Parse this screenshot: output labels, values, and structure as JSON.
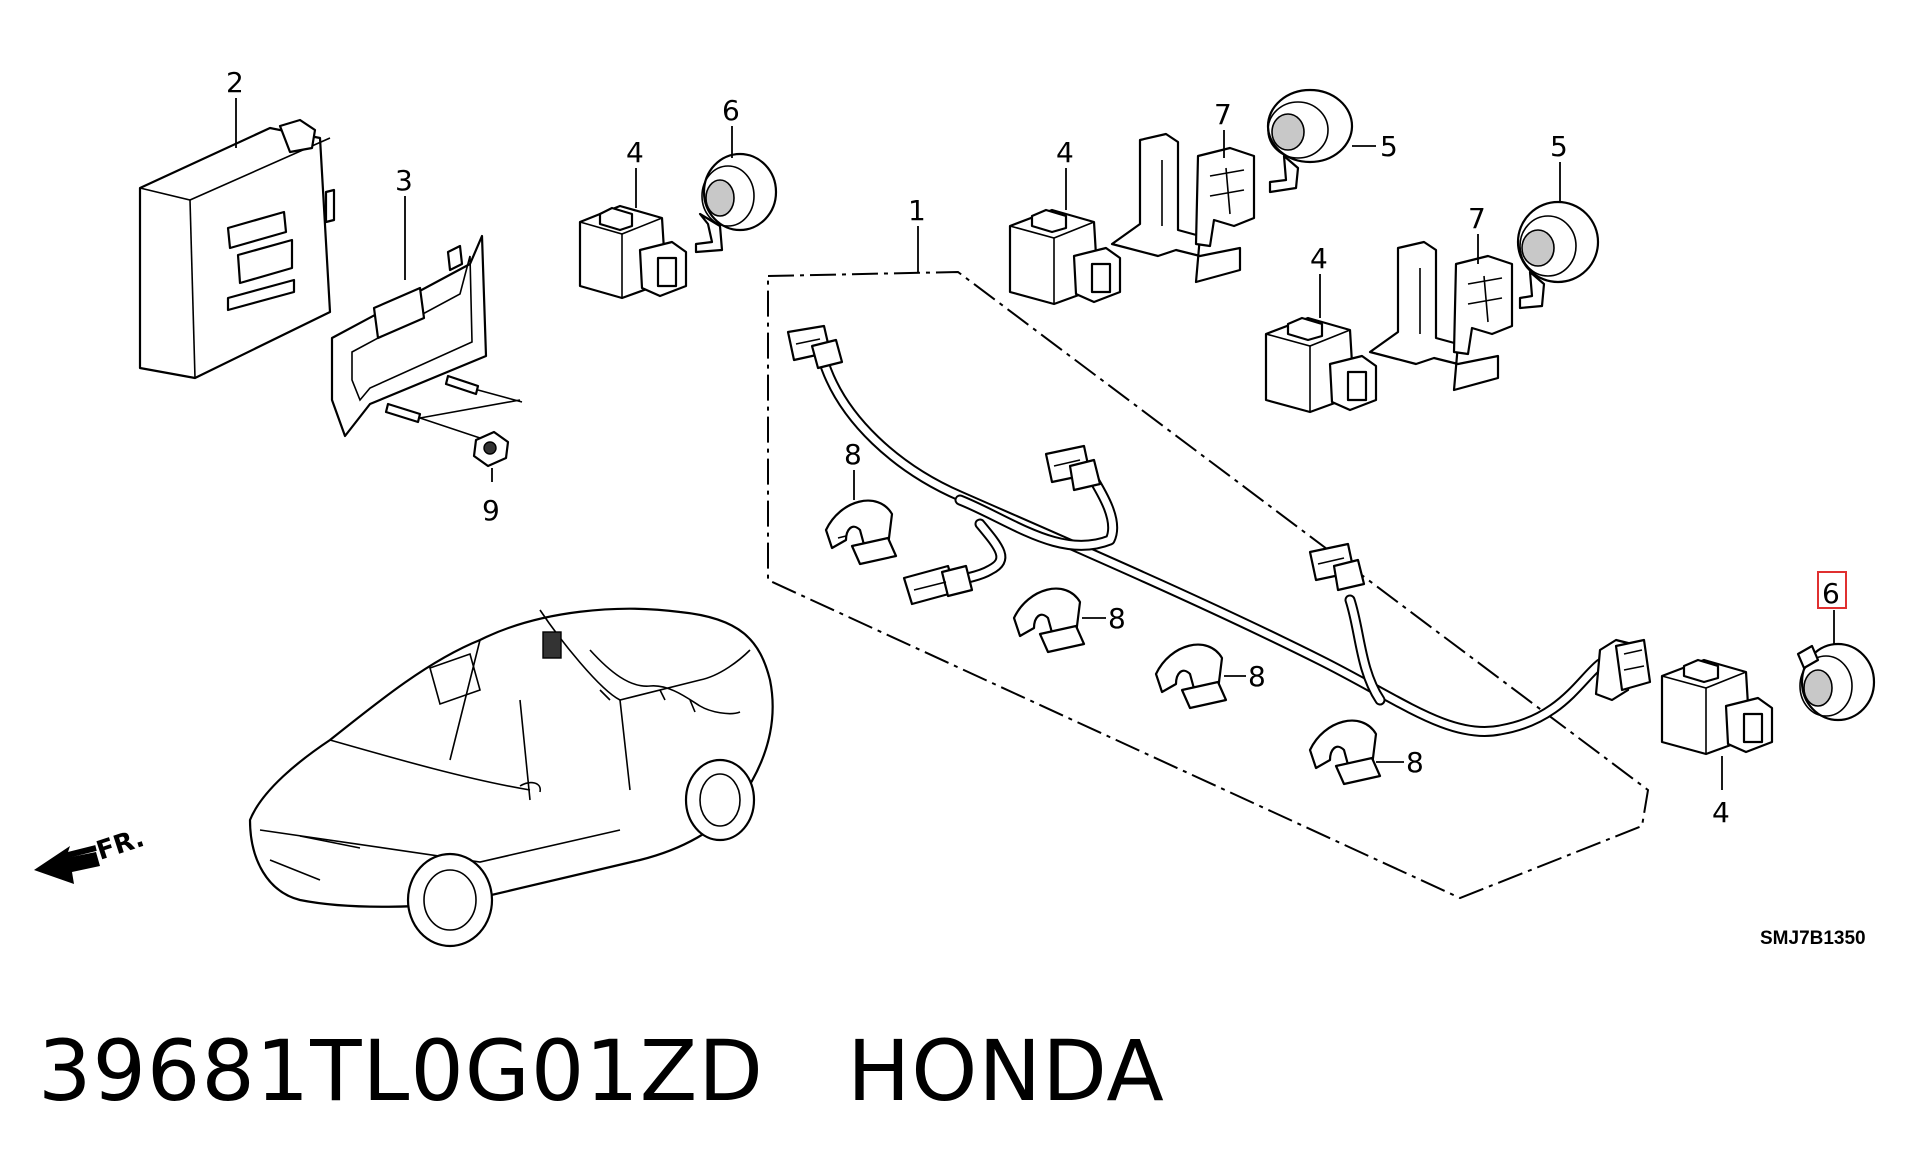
{
  "callouts": {
    "c1": "1",
    "c2": "2",
    "c3": "3",
    "c4a": "4",
    "c4b": "4",
    "c4c": "4",
    "c4d": "4",
    "c5a": "5",
    "c5b": "5",
    "c6a": "6",
    "c6b": "6",
    "c7a": "7",
    "c7b": "7",
    "c8a": "8",
    "c8b": "8",
    "c8c": "8",
    "c8d": "8",
    "c9": "9"
  },
  "diagram_code": "SMJ7B1350",
  "front_indicator": "FR.",
  "part_number": "39681TL0G01ZD",
  "brand": "HONDA",
  "highlight_color": "#e03030"
}
